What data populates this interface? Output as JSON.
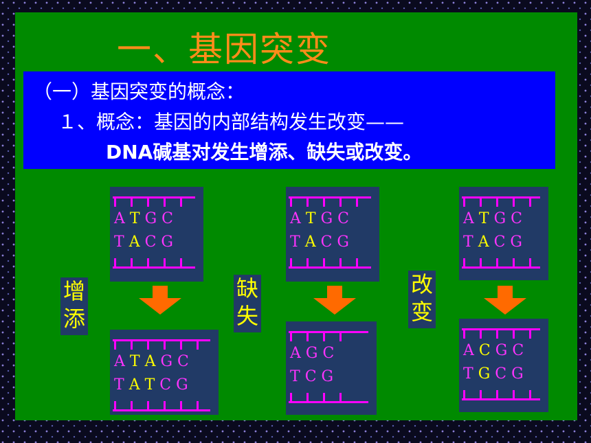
{
  "title": "一、基因突变",
  "concept": {
    "heading": "（一）基因突变的概念：",
    "line1": "１、概念：基因的内部结构发生改变——",
    "line2": "DNA碱基对发生增添、缺失或改变。"
  },
  "panels": [
    {
      "label": "增添",
      "before": {
        "top": [
          "A",
          "T",
          "G",
          "C"
        ],
        "bottom": [
          "T",
          "A",
          "C",
          "G"
        ]
      },
      "after": {
        "top": [
          "A",
          "T",
          "A",
          "G",
          "C"
        ],
        "bottom": [
          "T",
          "A",
          "T",
          "C",
          "G"
        ]
      }
    },
    {
      "label": "缺失",
      "before": {
        "top": [
          "A",
          "T",
          "G",
          "C"
        ],
        "bottom": [
          "T",
          "A",
          "C",
          "G"
        ]
      },
      "after": {
        "top": [
          "A",
          "G",
          "C"
        ],
        "bottom": [
          "T",
          "C",
          "G"
        ]
      }
    },
    {
      "label": "改变",
      "before": {
        "top": [
          "A",
          "T",
          "G",
          "C"
        ],
        "bottom": [
          "T",
          "A",
          "C",
          "G"
        ]
      },
      "after": {
        "top": [
          "A",
          "C",
          "G",
          "C"
        ],
        "bottom": [
          "T",
          "G",
          "C",
          "G"
        ]
      }
    }
  ],
  "colors": {
    "slide": "#008a00",
    "concept_bg": "#0000ff",
    "title": "#ff8c1a",
    "strand": "#ff00ff",
    "highlight": "#ffff00",
    "arrow": "#ff6a00"
  }
}
